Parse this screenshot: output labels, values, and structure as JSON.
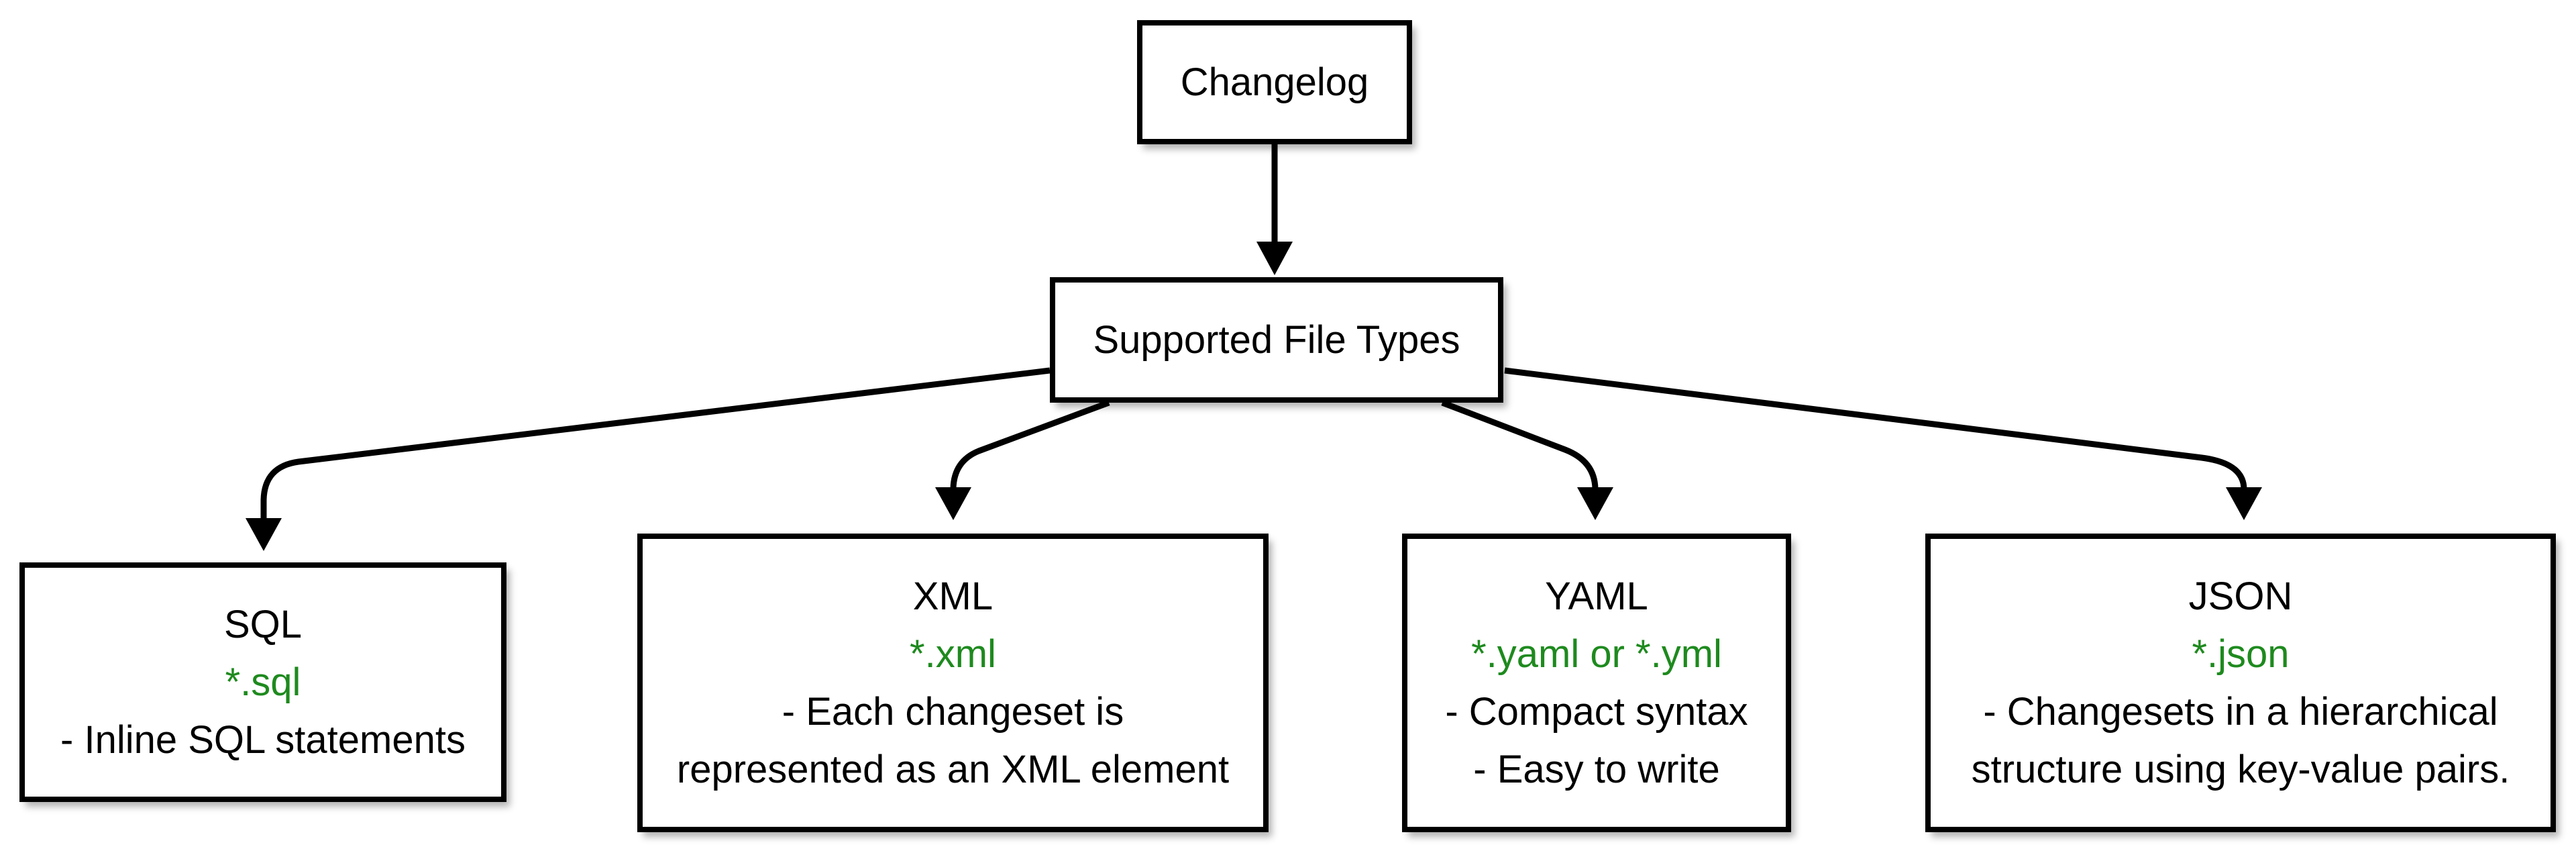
{
  "diagram": {
    "root": {
      "label": "Changelog"
    },
    "hub": {
      "label": "Supported File Types"
    },
    "file_types": [
      {
        "title": "SQL",
        "extension": "*.sql",
        "description": [
          "- Inline SQL statements"
        ]
      },
      {
        "title": "XML",
        "extension": "*.xml",
        "description": [
          "- Each changeset is",
          "represented as an XML element"
        ]
      },
      {
        "title": "YAML",
        "extension": "*.yaml or *.yml",
        "description": [
          "- Compact syntax",
          "- Easy to write"
        ]
      },
      {
        "title": "JSON",
        "extension": "*.json",
        "description": [
          "- Changesets in a hierarchical",
          "structure using key-value pairs."
        ]
      }
    ],
    "colors": {
      "extension_text": "#1e8a1e",
      "line": "#000000",
      "node_border": "#000000",
      "node_fill": "#ffffff",
      "background": "#ffffff"
    }
  }
}
